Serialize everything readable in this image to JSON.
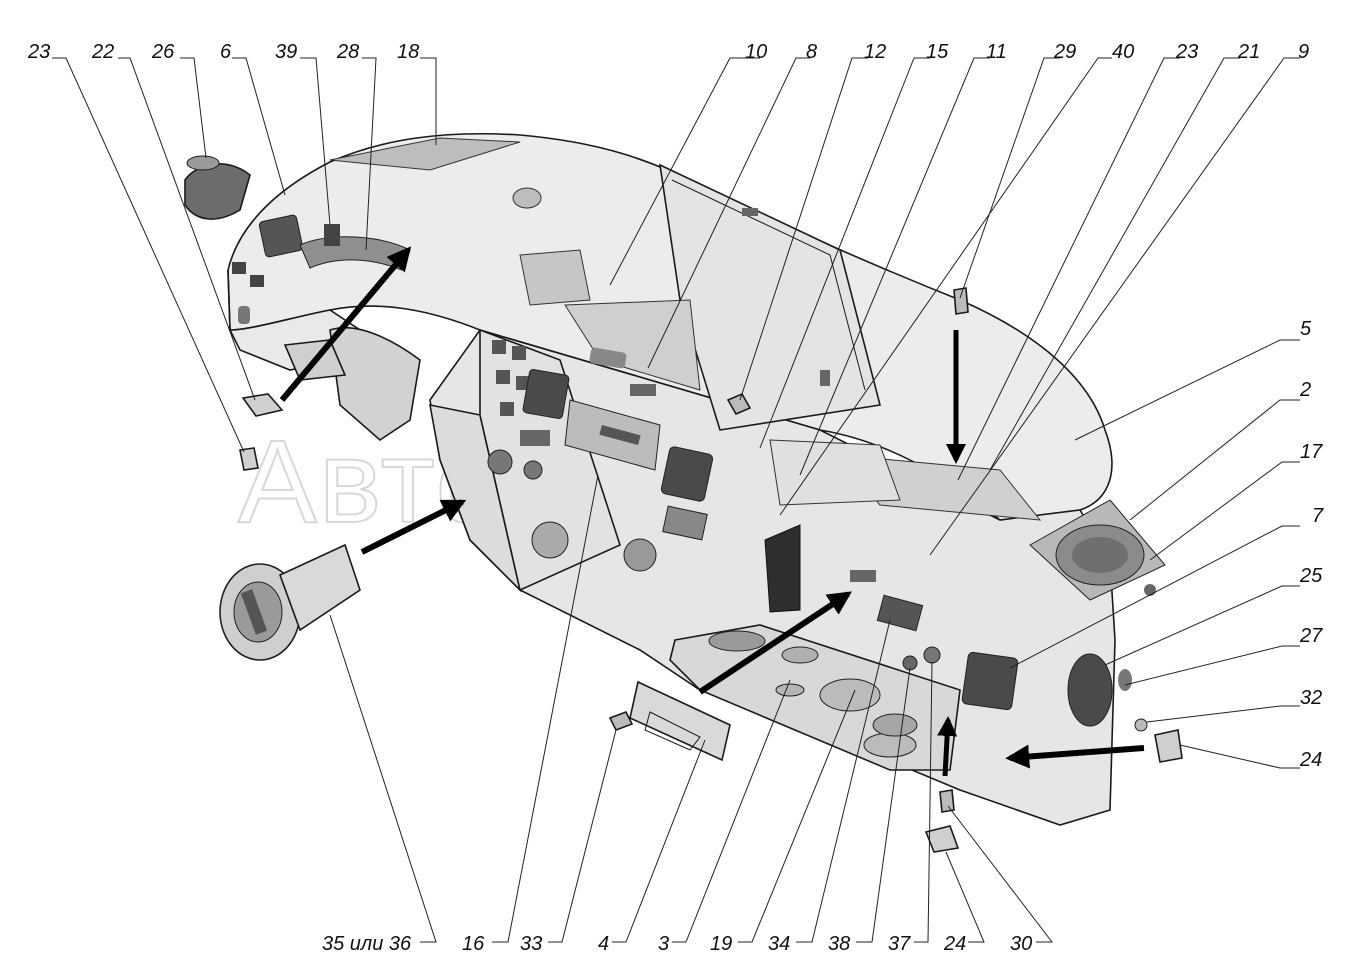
{
  "diagram": {
    "title": "Dashboard (instrument panel) exploded assembly",
    "watermark": "АвтоспецАвто",
    "top_callouts": [
      "23",
      "22",
      "26",
      "6",
      "39",
      "28",
      "18",
      "10",
      "8",
      "12",
      "15",
      "11",
      "29",
      "40",
      "23",
      "21",
      "9"
    ],
    "right_callouts": [
      "5",
      "2",
      "17",
      "7",
      "25",
      "27",
      "32",
      "24"
    ],
    "bottom_callouts": [
      "35 или 36",
      "16",
      "33",
      "4",
      "3",
      "19",
      "34",
      "38",
      "37",
      "24",
      "30"
    ]
  },
  "colors": {
    "panel_fill": "#f2f2f2",
    "panel_shade": "#d9d9d9",
    "dark": "#3a3a3a",
    "ink": "#111111"
  }
}
